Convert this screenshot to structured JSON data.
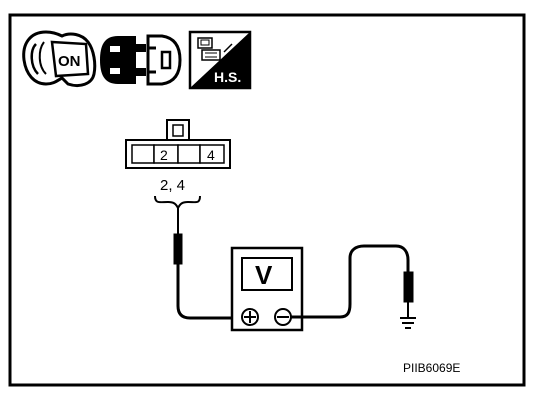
{
  "icons": {
    "ignition": {
      "text": "ON",
      "name": "ignition-key-on-icon"
    },
    "connector": {
      "name": "disconnected-connector-icon"
    },
    "harness_side": {
      "text": "H.S.",
      "name": "harness-side-icon"
    }
  },
  "connector": {
    "terminal_a": "2",
    "terminal_b": "4",
    "terminal_label": "2, 4"
  },
  "meter": {
    "display": "V",
    "positive": "⊕",
    "negative": "⊖"
  },
  "figure_id": "PIIB6069E",
  "colors": {
    "line": "#000000",
    "background": "#ffffff",
    "fill_dark": "#000000"
  }
}
